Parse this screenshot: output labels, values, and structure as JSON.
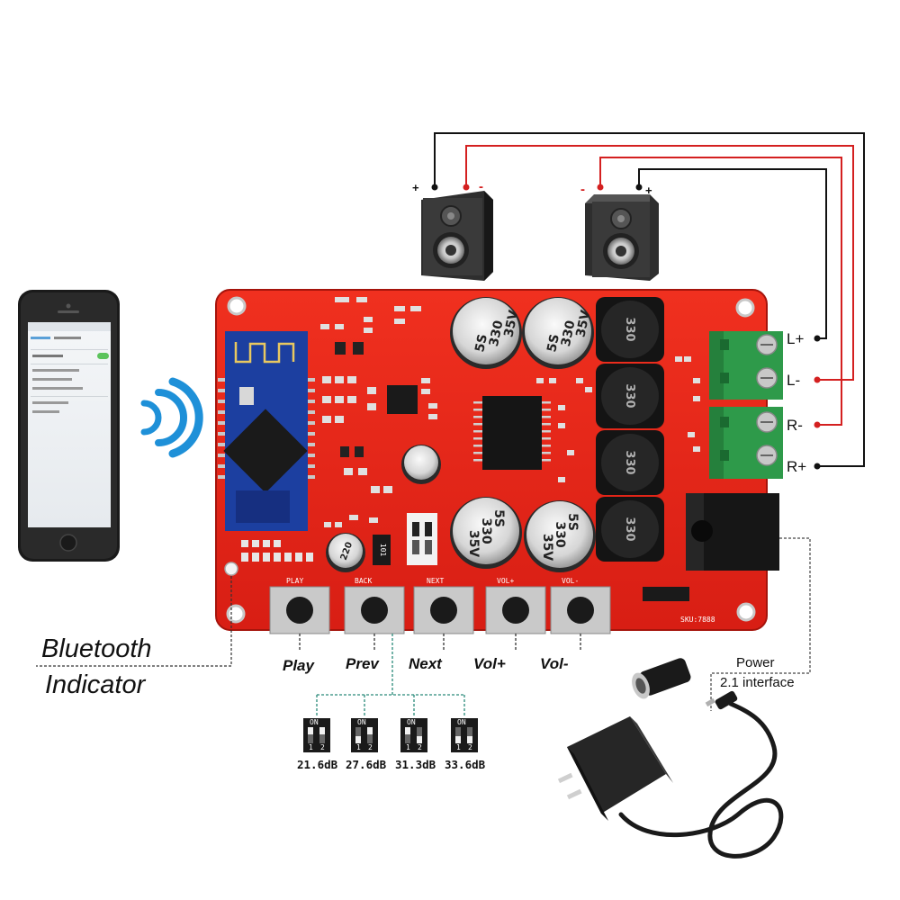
{
  "speakers": {
    "left": {
      "plus": "+",
      "minus": "-"
    },
    "right": {
      "minus": "-",
      "plus": "+"
    }
  },
  "terminals": [
    "L+",
    "L-",
    "R-",
    "R+"
  ],
  "capacitors": [
    {
      "lines": [
        "5S",
        "330",
        "35V"
      ]
    },
    {
      "lines": [
        "5S",
        "330",
        "35V"
      ]
    },
    {
      "lines": [
        "5S",
        "330",
        "35V"
      ]
    },
    {
      "lines": [
        "5S",
        "330",
        "35V"
      ]
    }
  ],
  "inductor_label": "330",
  "board": {
    "sku": "SKU:7888",
    "resistor_label": "101",
    "small_cap_label": "220"
  },
  "buttons": [
    "Play",
    "Prev",
    "Next",
    "Vol+",
    "Vol-"
  ],
  "pcb_button_marks": [
    "PLAY",
    "BACK",
    "NEXT",
    "VOL+",
    "VOL-"
  ],
  "bluetooth_indicator": [
    "Bluetooth",
    "Indicator"
  ],
  "gain_settings": [
    "21.6dB",
    "27.6dB",
    "31.3dB",
    "33.6dB"
  ],
  "dip_switch": {
    "on": "ON",
    "pins": [
      "1",
      "2"
    ]
  },
  "power": {
    "line1": "Power",
    "line2": "2.1 interface"
  },
  "colors": {
    "pcb": "#e8261c",
    "terminal_block": "#2e9a4a",
    "wire_positive": "#111111",
    "wire_negative": "#d42020",
    "bluetooth_waves": "#1e90d8",
    "guide_lines": "#2a8a7a"
  }
}
